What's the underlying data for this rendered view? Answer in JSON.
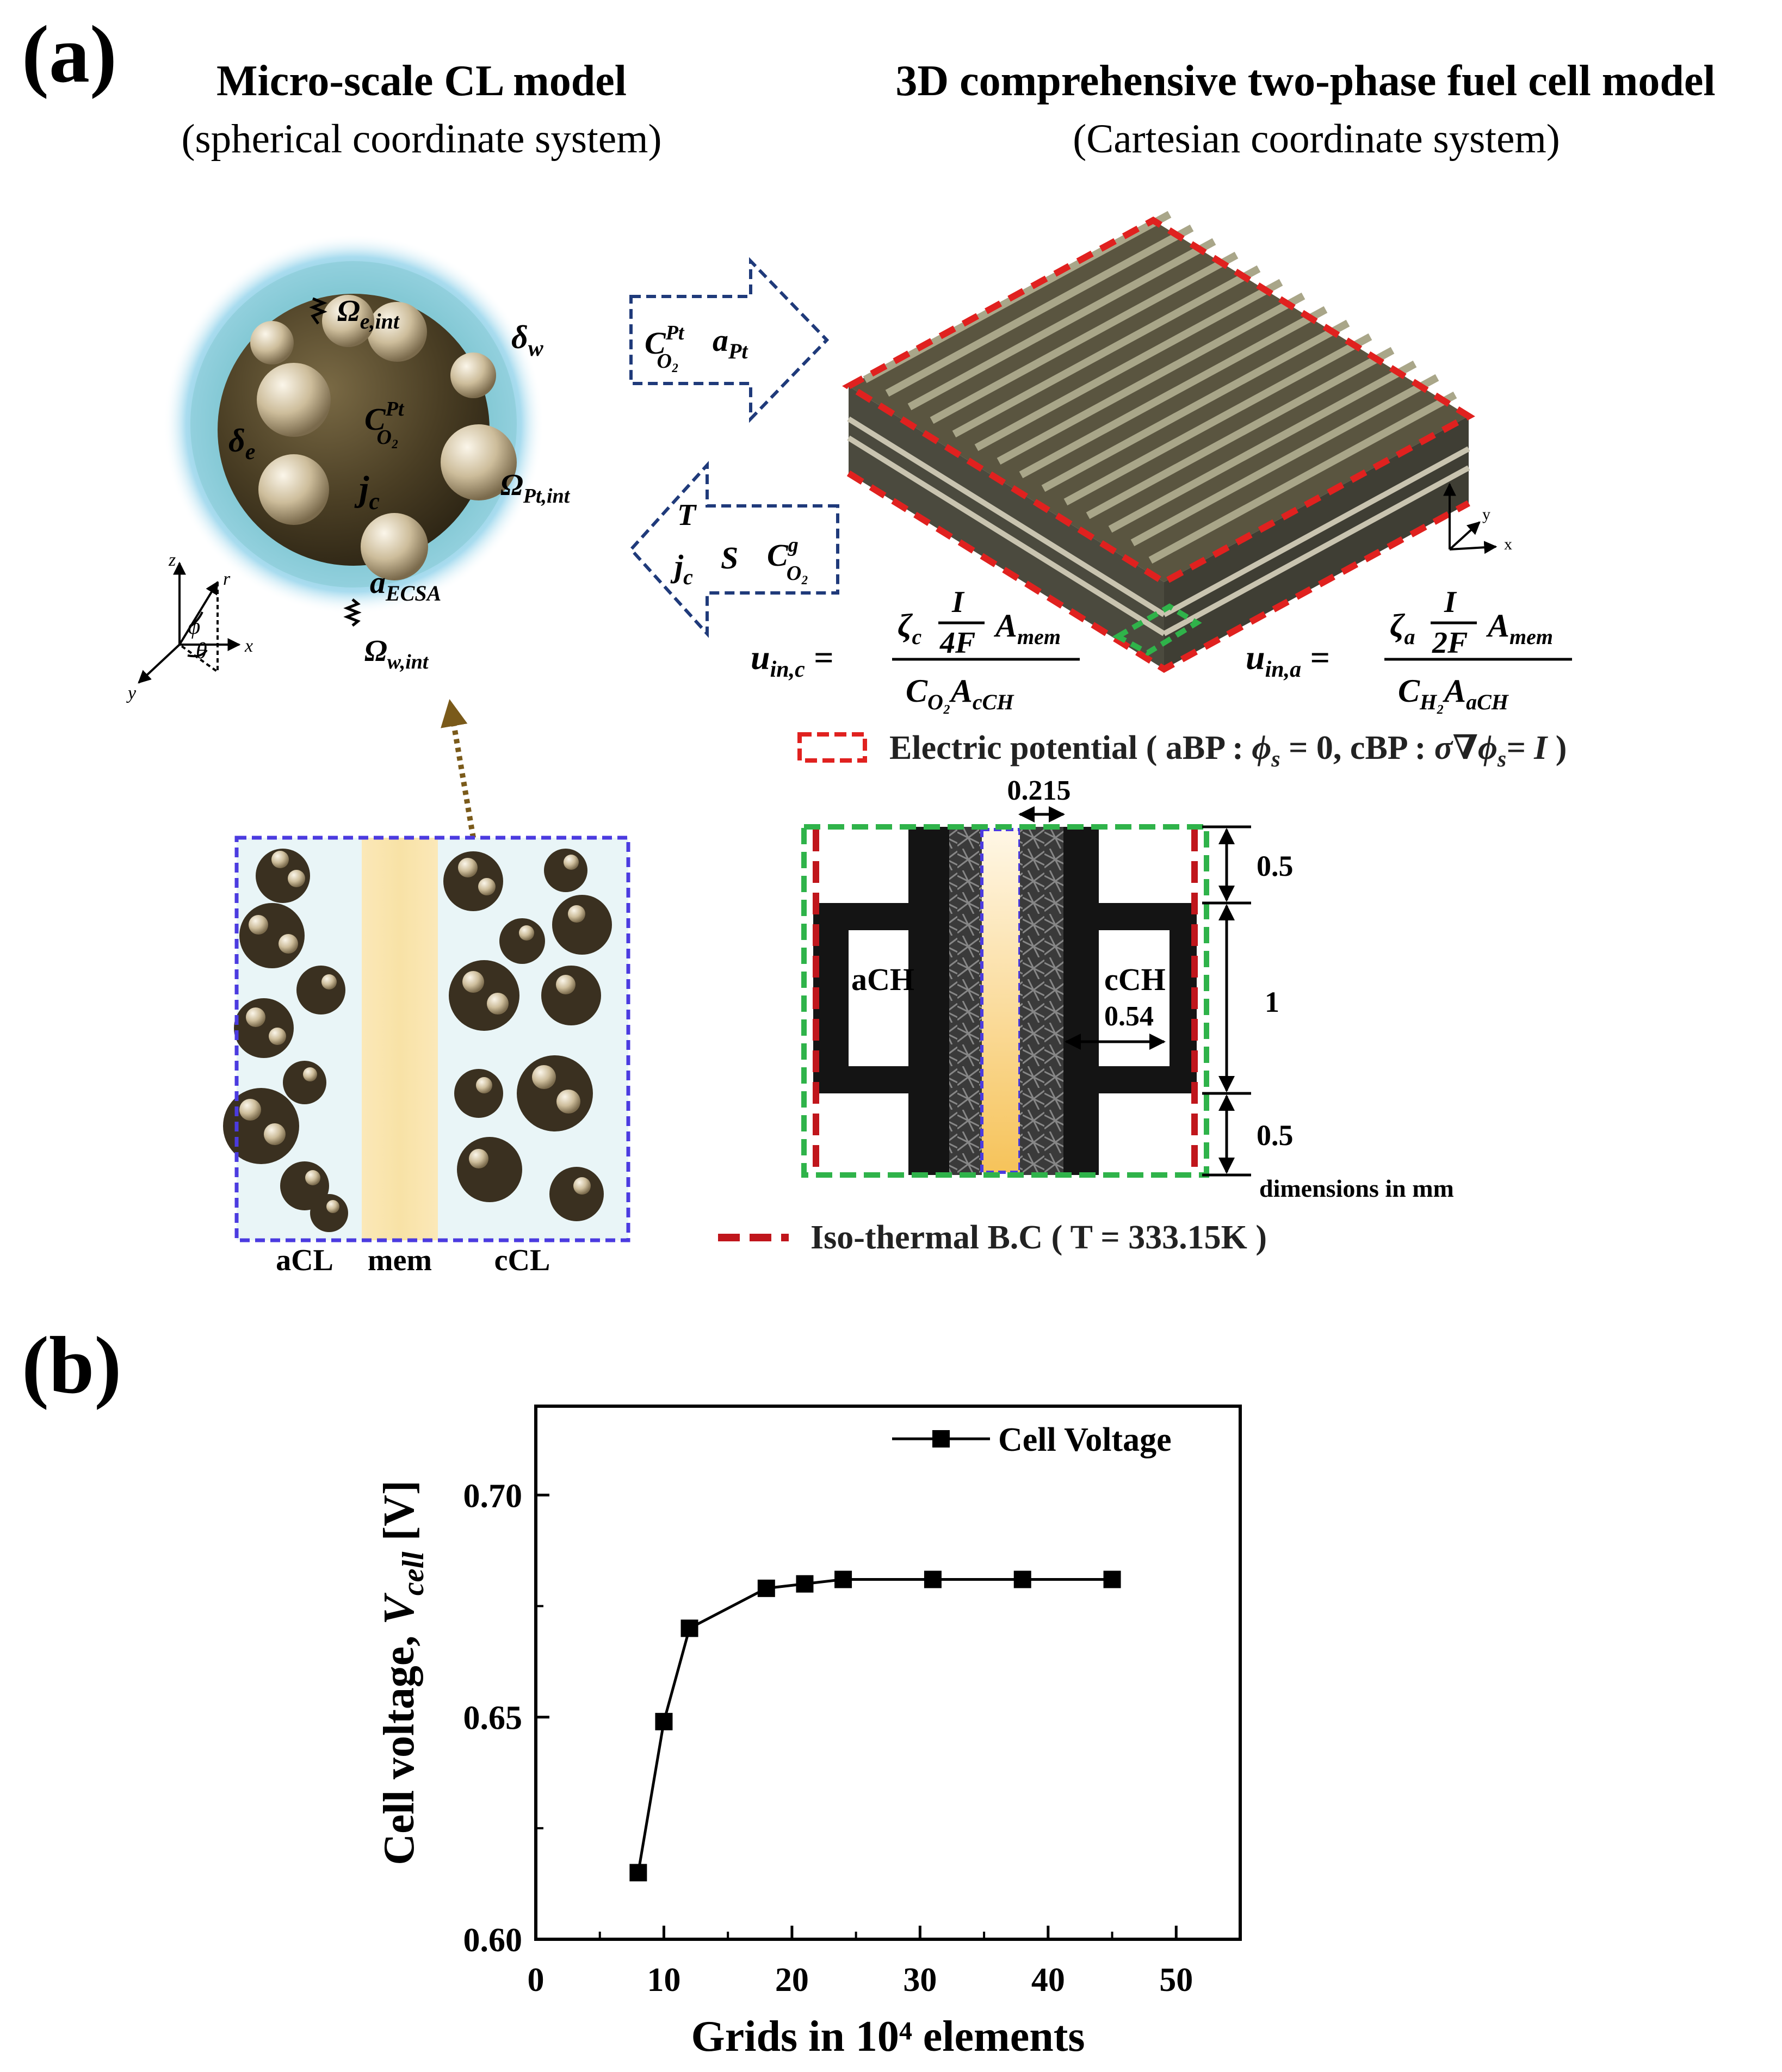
{
  "panel_a": {
    "label": "(a)",
    "left_title": "Micro-scale CL model",
    "left_subtitle": "(spherical coordinate system)",
    "right_title": "3D comprehensive two-phase fuel cell model",
    "right_subtitle": "(Cartesian coordinate system)",
    "sphere_symbols": {
      "omega_e_base": "Ω",
      "omega_e_sub": "e,int",
      "delta_w_base": "δ",
      "delta_w_sub": "w",
      "c_o2_base": "C",
      "c_o2_sup": "Pt",
      "c_o2_sub": "O₂",
      "delta_e_base": "δ",
      "delta_e_sub": "e",
      "j_c_base": "j",
      "j_c_sub": "c",
      "omega_pt_base": "Ω",
      "omega_pt_sub": "Pt,int",
      "a_ecsa_base": "a",
      "a_ecsa_sub": "ECSA",
      "omega_w_base": "Ω",
      "omega_w_sub": "w,int"
    },
    "axes_sphere": {
      "z": "z",
      "r": "r",
      "phi": "φ",
      "theta": "θ",
      "x": "x",
      "y": "y"
    },
    "arrow_right": {
      "c_base": "C",
      "c_sup": "Pt",
      "c_sub": "O₂",
      "a_base": "a",
      "a_sub": "Pt"
    },
    "arrow_left": {
      "t": "T",
      "j_base": "j",
      "j_sub": "c",
      "s": "S",
      "c_base": "C",
      "c_sup": "g",
      "c_sub": "O₂"
    },
    "axes_3d": {
      "y": "y",
      "x": "x"
    },
    "eq_cathode": {
      "lhs_base": "u",
      "lhs_sub": "in,c",
      "zeta_base": "ζ",
      "zeta_sub": "c",
      "frac_num": "I",
      "frac_den": "4F",
      "a_base": "A",
      "a_sub": "mem",
      "den_c_base": "C",
      "den_c_sub": "O₂",
      "den_a_base": "A",
      "den_a_sub": "cCH"
    },
    "eq_anode": {
      "lhs_base": "u",
      "lhs_sub": "in,a",
      "zeta_base": "ζ",
      "zeta_sub": "a",
      "frac_num": "I",
      "frac_den": "2F",
      "a_base": "A",
      "a_sub": "mem",
      "den_c_base": "C",
      "den_c_sub": "H₂",
      "den_a_base": "A",
      "den_a_sub": "aCH"
    },
    "legend_electric": {
      "prefix": "Electric potential ( aBP : ",
      "phi": "ϕ",
      "sub": "s",
      "eq0": " = 0, cBP : ",
      "sigma": "σ∇",
      "phi2": "ϕ",
      "sub2": "s",
      "eqI": "= I",
      "suffix": " )"
    },
    "legend_isothermal": "Iso-thermal B.C ( T = 333.15K )",
    "cl_labels": {
      "acl": "aCL",
      "mem": "mem",
      "ccl": "cCL"
    },
    "cross_section": {
      "ach": "aCH",
      "cch": "cCH",
      "dim_gdl": "0.215",
      "dim_rib_top": "0.5",
      "dim_channel": "1",
      "dim_channel_width": "0.54",
      "dim_rib_bottom": "0.5",
      "units": "dimensions in mm"
    },
    "colors": {
      "red_dash": "#e0211f",
      "green_dash": "#2fb34a",
      "blue_dash": "#4b3be0",
      "navy_dash": "#1f3a7a"
    }
  },
  "panel_b": {
    "label": "(b)",
    "chart_data": {
      "type": "line",
      "title": "",
      "xlabel": "Grids in 10⁴ elements",
      "ylabel": "Cell voltage, V",
      "ylabel_sub": "cell",
      "ylabel_unit": " [V]",
      "series": [
        {
          "name": "Cell Voltage",
          "x": [
            8,
            10,
            12,
            18,
            21,
            24,
            31,
            38,
            45
          ],
          "y": [
            0.615,
            0.649,
            0.67,
            0.679,
            0.68,
            0.681,
            0.681,
            0.681,
            0.681
          ]
        }
      ],
      "xlim": [
        0,
        55
      ],
      "ylim": [
        0.6,
        0.72
      ],
      "xticks": [
        0,
        10,
        20,
        30,
        40,
        50
      ],
      "yticks": [
        0.6,
        0.65,
        0.7
      ],
      "ytick_labels": [
        "0.60",
        "0.65",
        "0.70"
      ],
      "grid": false,
      "legend_position": "top-right",
      "marker": "square",
      "color": "#000000"
    }
  }
}
